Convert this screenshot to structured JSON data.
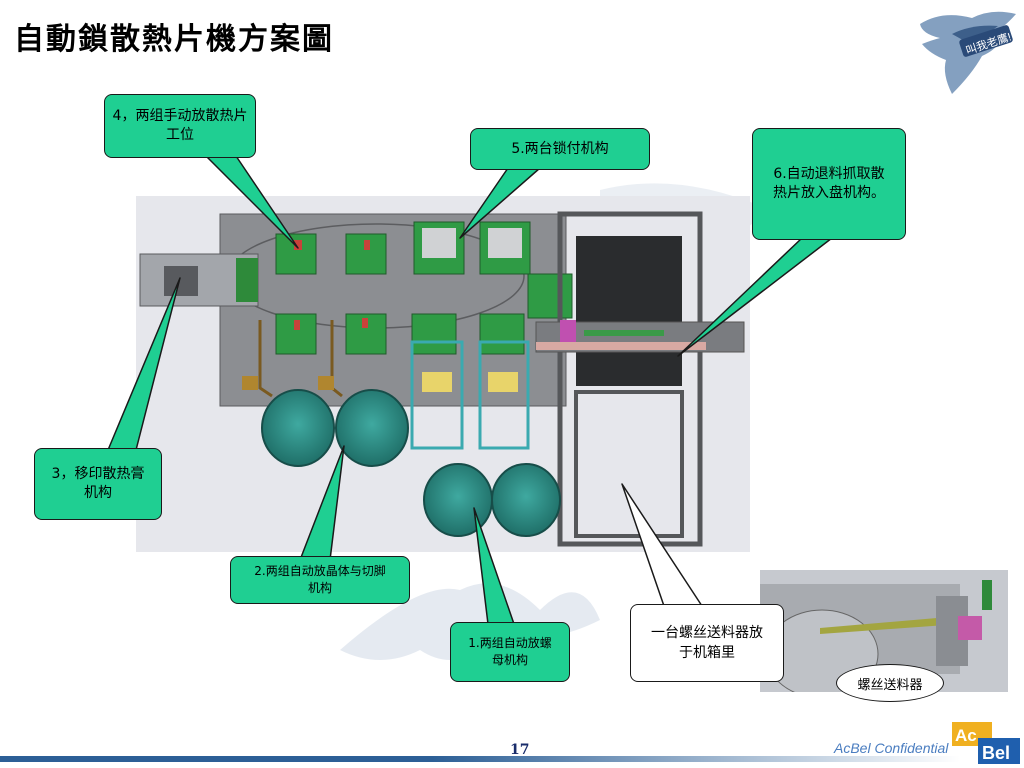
{
  "title": "自動鎖散熱片機方案圖",
  "callouts": {
    "c4": "4，两组手动放散热片工位",
    "c5": "5.两台锁付机构",
    "c6": "6.自动退料抓取散热片放入盘机构。",
    "c3": "3，移印散热膏机构",
    "c2": "2.两组自动放晶体与切脚机构",
    "c1": "1.两组自动放螺母机构",
    "feeder_box": "一台螺丝送料器放于机箱里",
    "feeder_label": "螺丝送料器"
  },
  "footer": {
    "page_number": "17",
    "confidential": "AcBel Confidential",
    "brand_ac": "Ac",
    "brand_bel": "Bel"
  },
  "logo_text": "叫我老鷹!",
  "colors": {
    "callout_fill": "#1fcf92",
    "footer_blue": "#2c5f96",
    "title": "#000000"
  }
}
